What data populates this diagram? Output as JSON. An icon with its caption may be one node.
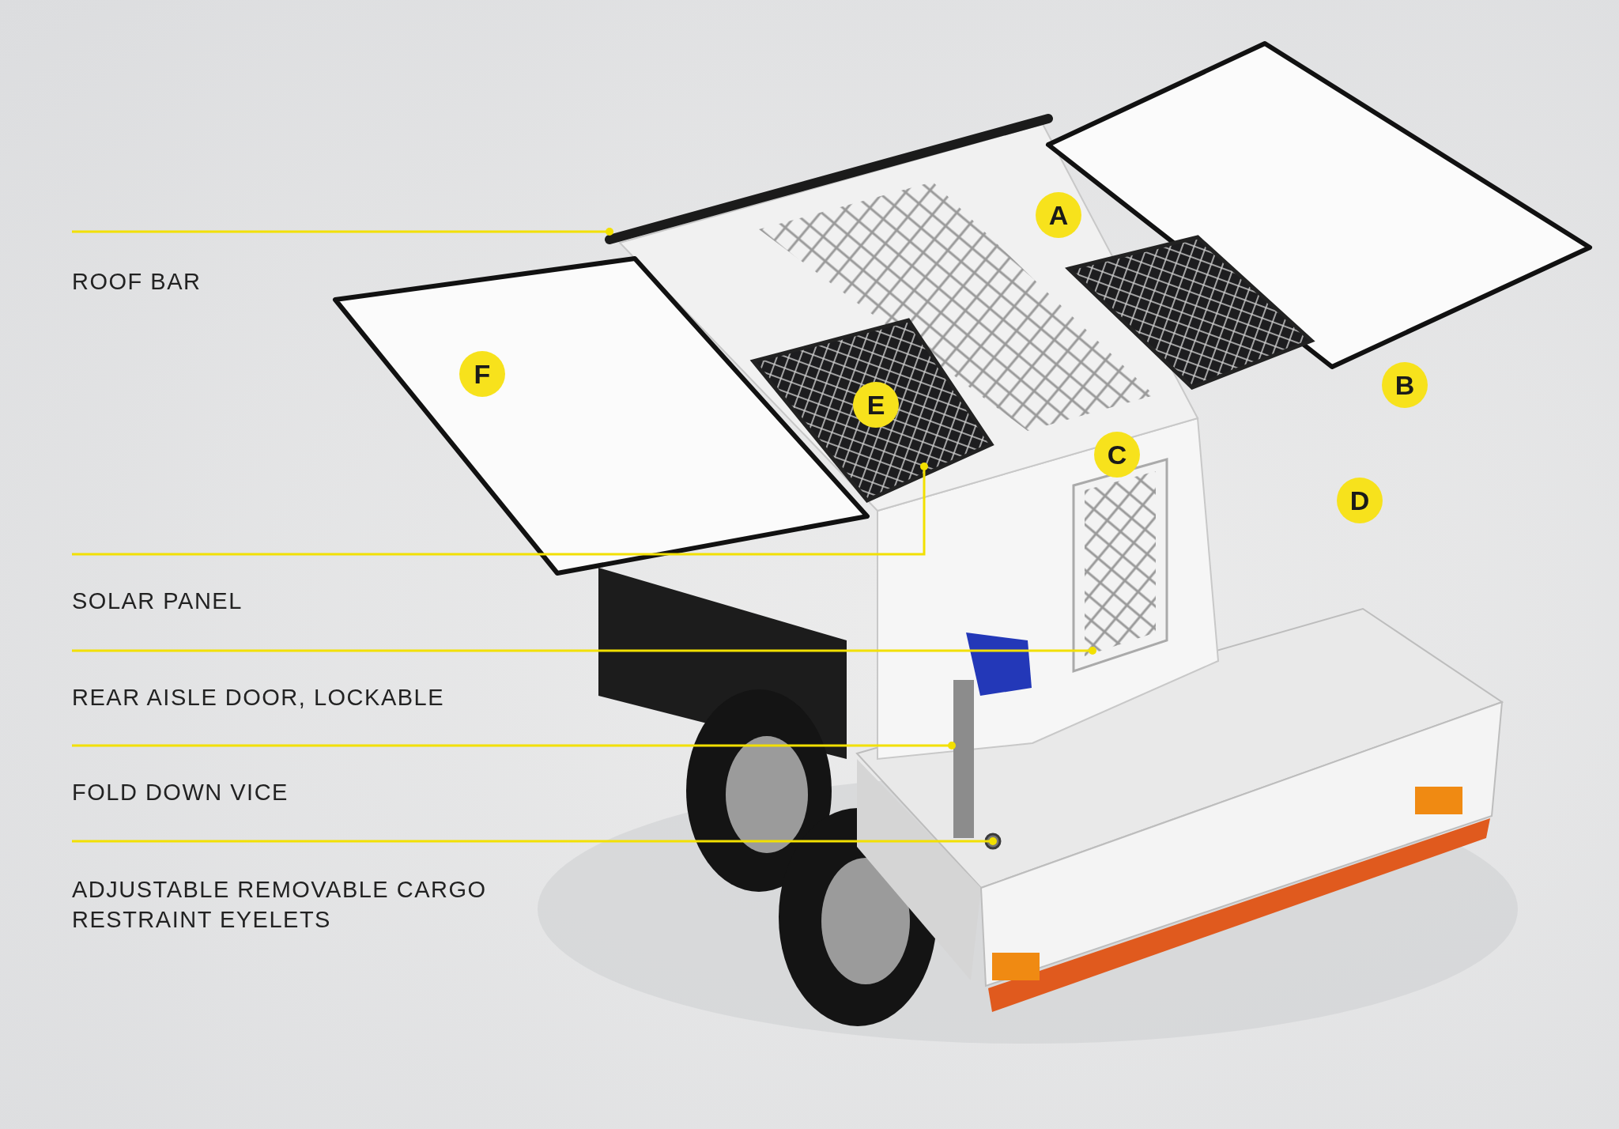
{
  "diagram": {
    "nodes": [
      {
        "text": [
          "ROOF BAR"
        ]
      },
      {
        "text": [],
        "shape": "picture"
      },
      {
        "text": [
          "SOLAR PANEL"
        ]
      },
      {
        "text": [],
        "shape": "picture"
      },
      {
        "text": [
          "REAR AISLE DOOR, LOCKABLE"
        ]
      },
      {
        "text": [],
        "shape": "picture"
      },
      {
        "text": [
          "FOLD DOWN VICE"
        ]
      },
      {
        "text": [],
        "shape": "picture"
      },
      {
        "text": [
          "ADJUSTABLE REMOVABLE CARGO RESTRAINT EYELETS"
        ]
      },
      {
        "text": [],
        "shape": "circle"
      }
    ],
    "edges": [
      {
        "from": 0,
        "to": 1,
        "arrow": "other"
      },
      {
        "from": 2,
        "to": 3,
        "arrow": "other"
      },
      {
        "from": 4,
        "to": 5,
        "arrow": "other"
      },
      {
        "from": 6,
        "to": 7,
        "arrow": "other"
      },
      {
        "from": 8,
        "to": 9,
        "arrow": "other"
      }
    ],
    "labels": [
      "A",
      "F",
      "B",
      "E",
      "C",
      "D"
    ]
  }
}
